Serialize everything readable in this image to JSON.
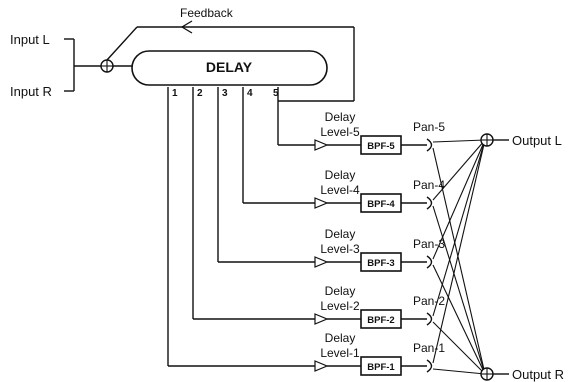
{
  "inputs": {
    "left": "Input L",
    "right": "Input R"
  },
  "feedback_label": "Feedback",
  "delay": {
    "title": "DELAY",
    "taps": [
      "1",
      "2",
      "3",
      "4",
      "5"
    ]
  },
  "channels": [
    {
      "level_top": "Delay",
      "level_bottom": "Level-5",
      "bpf": "BPF-5",
      "pan": "Pan-5"
    },
    {
      "level_top": "Delay",
      "level_bottom": "Level-4",
      "bpf": "BPF-4",
      "pan": "Pan-4"
    },
    {
      "level_top": "Delay",
      "level_bottom": "Level-3",
      "bpf": "BPF-3",
      "pan": "Pan-3"
    },
    {
      "level_top": "Delay",
      "level_bottom": "Level-2",
      "bpf": "BPF-2",
      "pan": "Pan-2"
    },
    {
      "level_top": "Delay",
      "level_bottom": "Level-1",
      "bpf": "BPF-1",
      "pan": "Pan-1"
    }
  ],
  "outputs": {
    "left": "Output L",
    "right": "Output R"
  }
}
